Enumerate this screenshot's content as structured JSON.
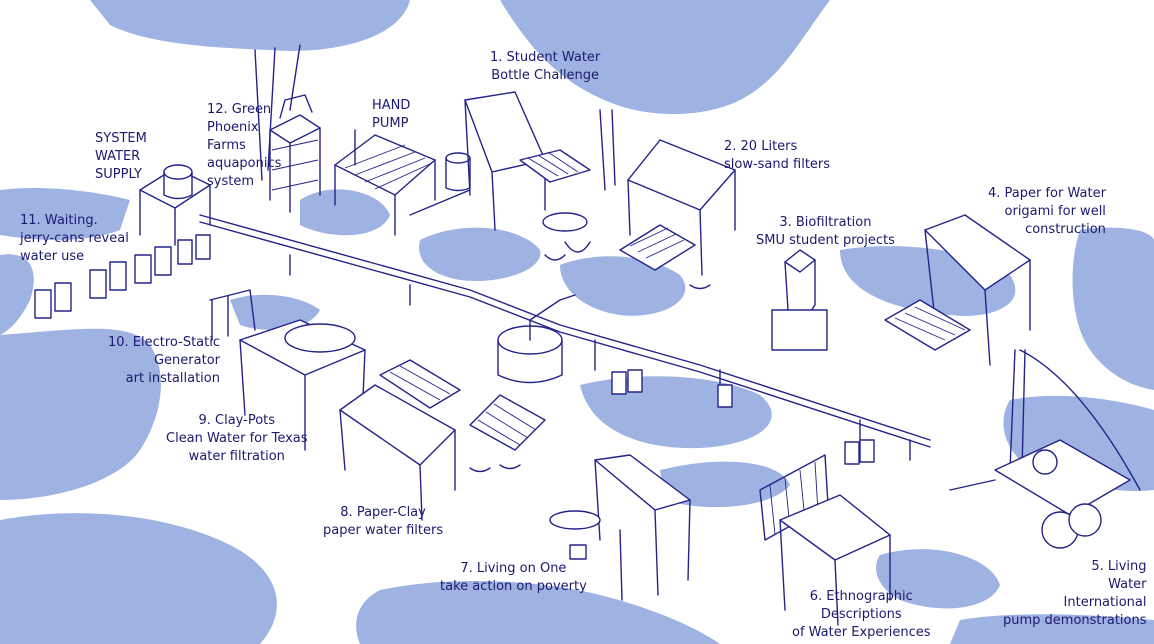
{
  "labels": {
    "l1": [
      "1. Student Water",
      "Bottle Challenge"
    ],
    "l2": [
      "2. 20 Liters",
      "slow-sand filters"
    ],
    "l3": [
      "3. Biofiltration",
      "SMU student projects"
    ],
    "l4": [
      "4. Paper for Water",
      "origami for well",
      "construction"
    ],
    "l5": [
      "5. Living",
      "Water",
      "International",
      "pump demonstrations"
    ],
    "l6": [
      "6. Ethnographic",
      "Descriptions",
      "of Water Experiences"
    ],
    "l7": [
      "7. Living on One",
      "take action on poverty"
    ],
    "l8": [
      "8. Paper-Clay",
      "paper water filters"
    ],
    "l9": [
      "9. Clay-Pots",
      "Clean Water for Texas",
      "water filtration"
    ],
    "l10": [
      "10. Electro-Static",
      "Generator",
      "art installation"
    ],
    "l11": [
      "11. Waiting.",
      "jerry-cans reveal",
      "water use"
    ],
    "l12": [
      "12. Green",
      "Phoenix",
      "Farms",
      "aquaponics",
      "system"
    ],
    "hand_pump": [
      "HAND",
      "PUMP"
    ],
    "system_water": [
      "SYSTEM",
      "WATER",
      "SUPPLY"
    ]
  },
  "colors": {
    "wash": "#9fb3e3",
    "ink": "#23238a",
    "text": "#1a1a6e"
  }
}
